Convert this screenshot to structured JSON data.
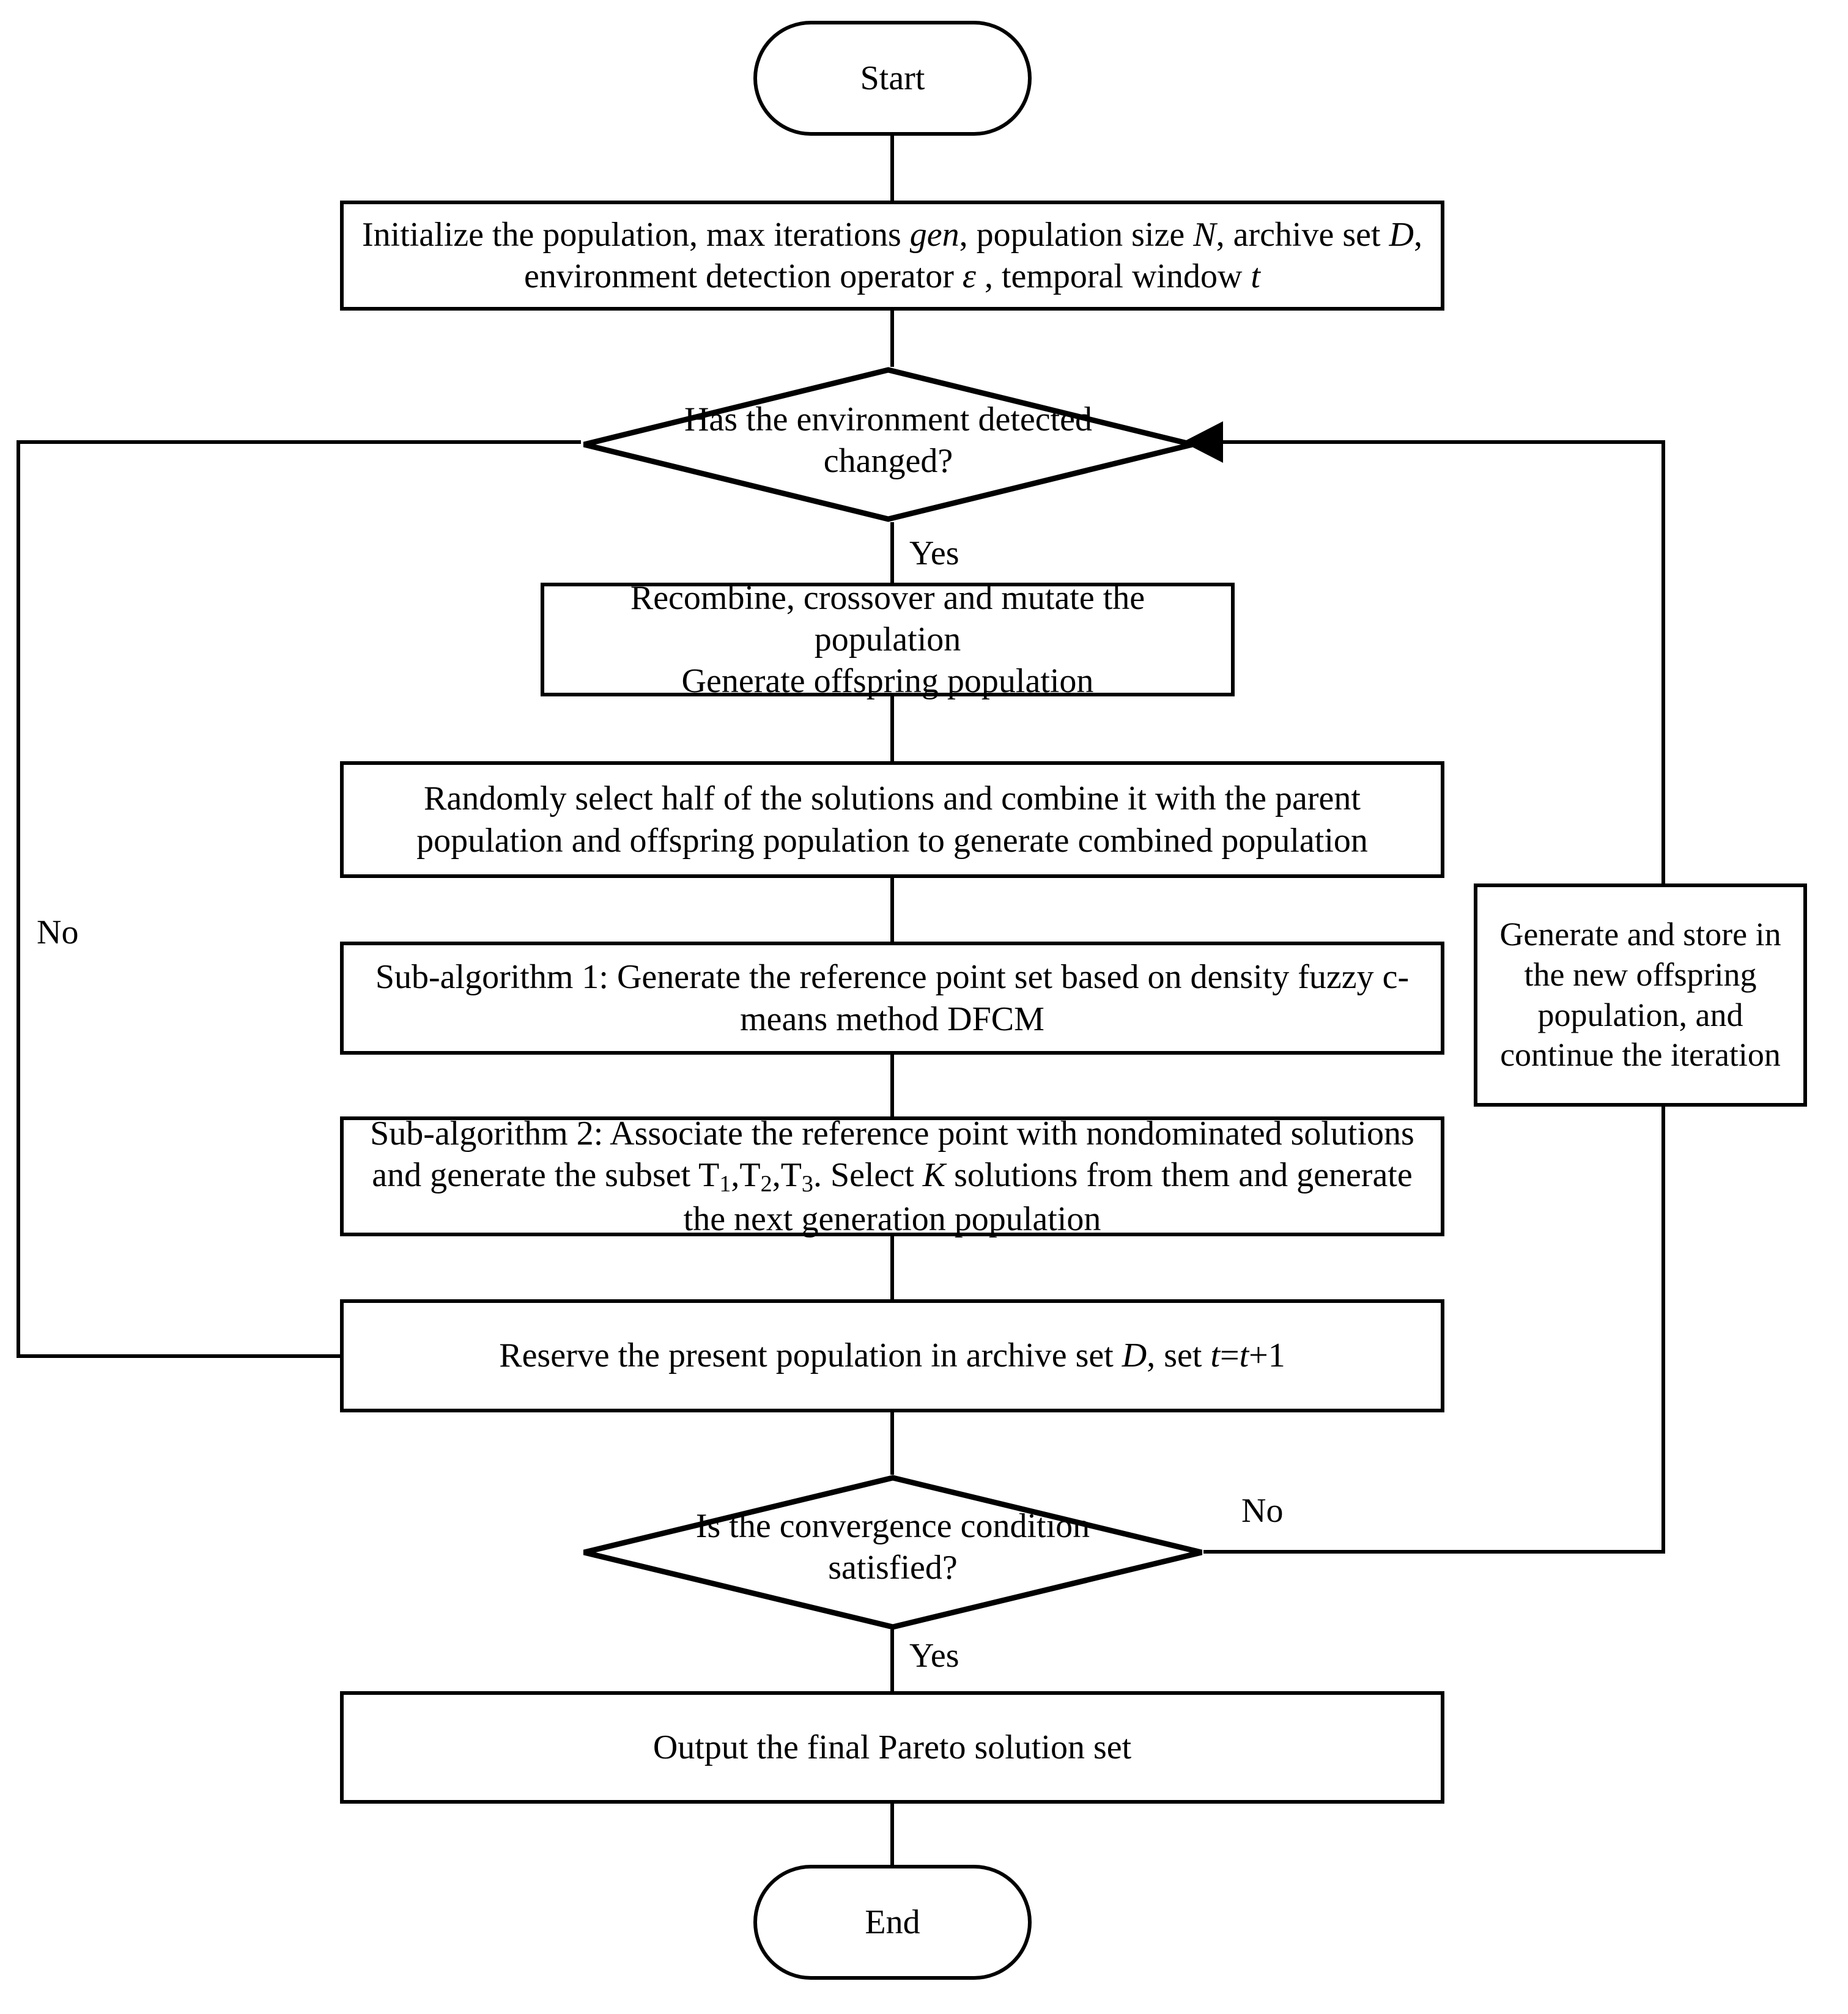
{
  "diagram": {
    "title": "Dynamic multi-objective evolutionary algorithm flowchart",
    "stroke_color": "#000000",
    "fill_color": "#ffffff",
    "background_color": "#ffffff"
  },
  "nodes": {
    "start": {
      "label": "Start",
      "shape": "terminator"
    },
    "initialize": {
      "label": "Initialize the population, max iterations gen, population size N, archive set D, environment detection operator ε , temporal window t",
      "shape": "process"
    },
    "env_decision": {
      "label": "Has the environment detected changed?",
      "line1": "Has the environment detected",
      "line2": "changed?",
      "shape": "decision"
    },
    "recombine": {
      "label": "Recombine, crossover and mutate the population Generate offspring population",
      "line1": "Recombine, crossover and mutate the",
      "line2": "population",
      "line3": "Generate offspring population",
      "shape": "process"
    },
    "randomly_select": {
      "label": "Randomly select half of the solutions and combine it with the parent population and offspring population to generate combined population",
      "shape": "process"
    },
    "sub_algorithm_1": {
      "label": "Sub-algorithm 1: Generate the reference point set based on density fuzzy c-means method DFCM",
      "shape": "process"
    },
    "sub_algorithm_2": {
      "label": "Sub-algorithm 2: Associate the reference point with nondominated solutions and generate the subset T1,T2,T3. Select K solutions from them and generate the next generation population",
      "shape": "process"
    },
    "reserve": {
      "label": "Reserve the present population in archive set D, set t=t+1",
      "shape": "process"
    },
    "convergence_decision": {
      "label": "Is the convergence condition satisfied?",
      "line1": "Is the convergence condition",
      "line2": "satisfied?",
      "shape": "decision"
    },
    "output": {
      "label": "Output the final Pareto solution set",
      "shape": "process"
    },
    "end": {
      "label": "End",
      "shape": "terminator"
    },
    "generate_store": {
      "label": "Generate and store in the new offspring population, and continue the iteration",
      "shape": "process"
    }
  },
  "edge_labels": {
    "env_yes": "Yes",
    "env_no": "No",
    "convergence_no": "No",
    "convergence_yes": "Yes"
  }
}
